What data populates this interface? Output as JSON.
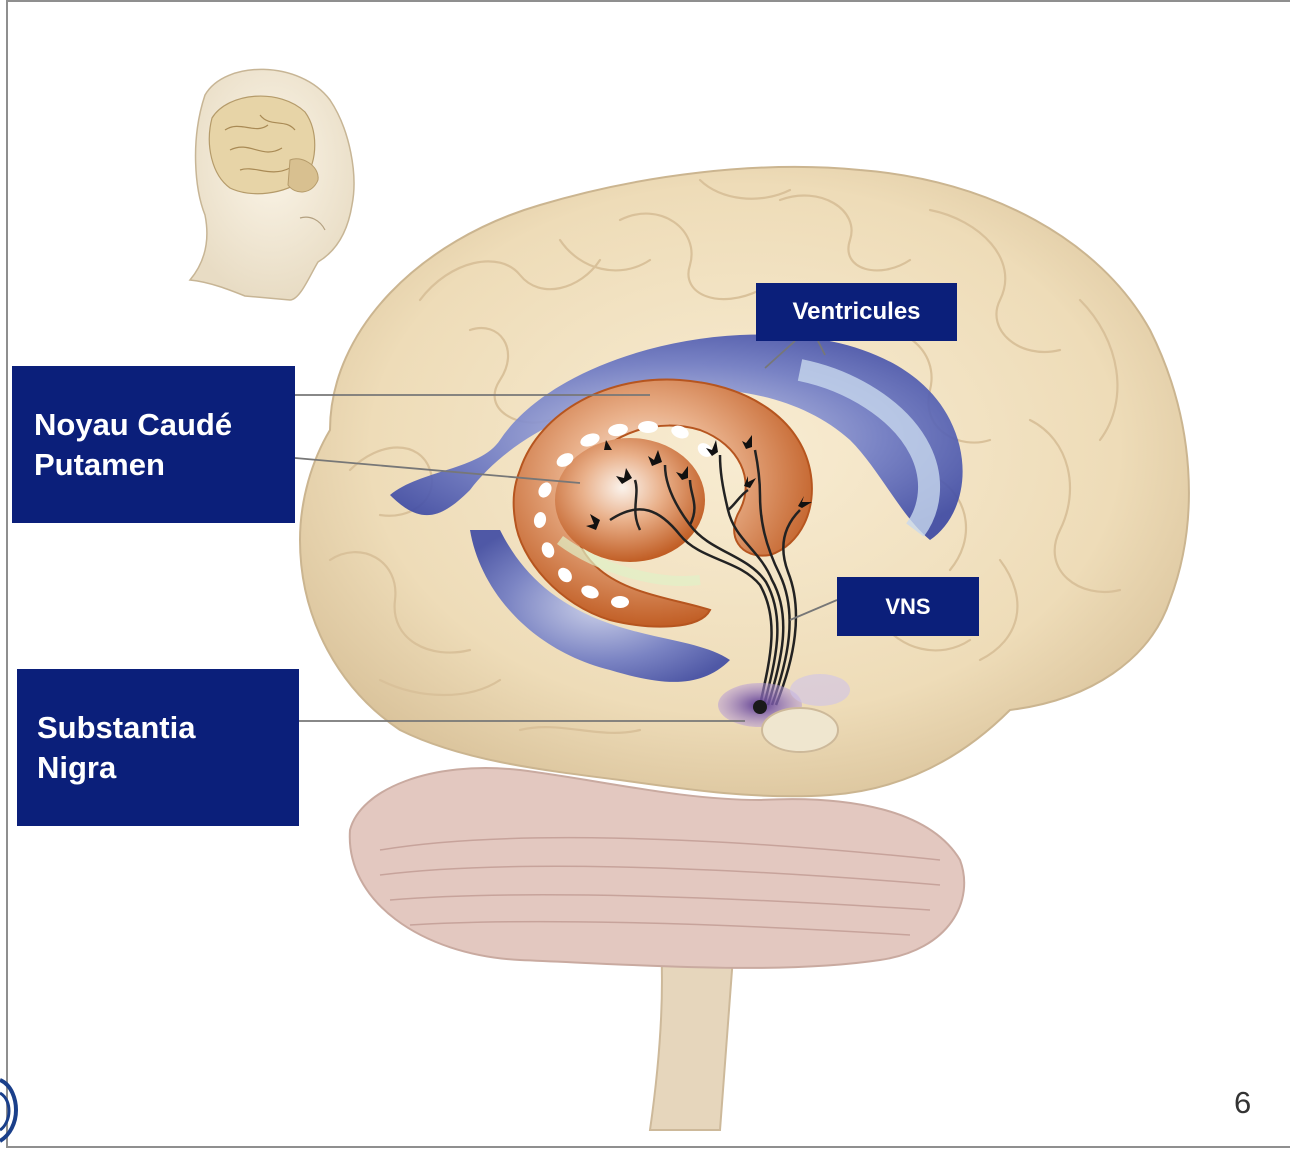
{
  "labels": {
    "noyau_line1": "Noyau Caudé",
    "noyau_line2": "Putamen",
    "substantia_line1": "Substantia",
    "substantia_line2": "Nigra",
    "ventricules": "Ventricules",
    "vns": "VNS"
  },
  "slide": {
    "page_number": "6"
  },
  "colors": {
    "label_background": "#0b1f7a",
    "label_text": "#ffffff",
    "brain_tissue": "#f1e2c4",
    "ventricle": "#4a57b0",
    "caudate_putamen": "#c9672f",
    "substantia_nigra": "#7a4fb0"
  }
}
